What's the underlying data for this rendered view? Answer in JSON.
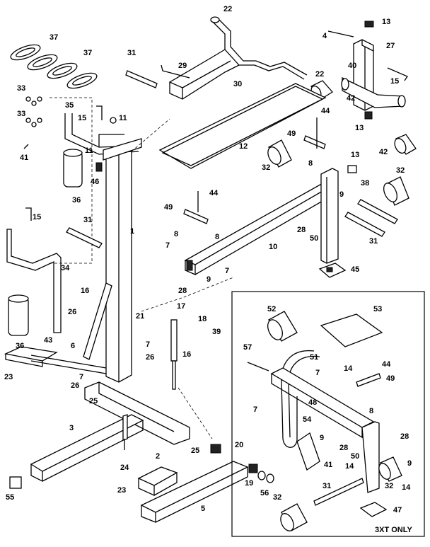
{
  "callouts": [
    {
      "id": "p22a",
      "text": "22"
    },
    {
      "id": "p13a",
      "text": "13"
    },
    {
      "id": "p4",
      "text": "4"
    },
    {
      "id": "p27",
      "text": "27"
    },
    {
      "id": "p37a",
      "text": "37"
    },
    {
      "id": "p37b",
      "text": "37"
    },
    {
      "id": "p31a",
      "text": "31"
    },
    {
      "id": "p29",
      "text": "29"
    },
    {
      "id": "p30",
      "text": "30"
    },
    {
      "id": "p40",
      "text": "40"
    },
    {
      "id": "p15a",
      "text": "15"
    },
    {
      "id": "p33a",
      "text": "33"
    },
    {
      "id": "p35",
      "text": "35"
    },
    {
      "id": "p15b",
      "text": "15"
    },
    {
      "id": "p11a",
      "text": "11"
    },
    {
      "id": "p22b",
      "text": "22"
    },
    {
      "id": "p42a",
      "text": "42"
    },
    {
      "id": "p33b",
      "text": "33"
    },
    {
      "id": "p44a",
      "text": "44"
    },
    {
      "id": "p13b",
      "text": "13"
    },
    {
      "id": "p49a",
      "text": "49"
    },
    {
      "id": "p11b",
      "text": "11"
    },
    {
      "id": "p42b",
      "text": "42"
    },
    {
      "id": "p41a",
      "text": "41"
    },
    {
      "id": "p12",
      "text": "12"
    },
    {
      "id": "p32a",
      "text": "32"
    },
    {
      "id": "p8a",
      "text": "8"
    },
    {
      "id": "p13c",
      "text": "13"
    },
    {
      "id": "p46",
      "text": "46"
    },
    {
      "id": "p32b",
      "text": "32"
    },
    {
      "id": "p36a",
      "text": "36"
    },
    {
      "id": "p44b",
      "text": "44"
    },
    {
      "id": "p38",
      "text": "38"
    },
    {
      "id": "p9a",
      "text": "9"
    },
    {
      "id": "p49b",
      "text": "49"
    },
    {
      "id": "p15c",
      "text": "15"
    },
    {
      "id": "p31b",
      "text": "31"
    },
    {
      "id": "p28a",
      "text": "28"
    },
    {
      "id": "p50a",
      "text": "50"
    },
    {
      "id": "p31c",
      "text": "31"
    },
    {
      "id": "p1",
      "text": "1"
    },
    {
      "id": "p8b",
      "text": "8"
    },
    {
      "id": "p8c",
      "text": "8"
    },
    {
      "id": "p10",
      "text": "10"
    },
    {
      "id": "p7a",
      "text": "7"
    },
    {
      "id": "p34",
      "text": "34"
    },
    {
      "id": "p45",
      "text": "45"
    },
    {
      "id": "p7b",
      "text": "7"
    },
    {
      "id": "p9b",
      "text": "9"
    },
    {
      "id": "p28b",
      "text": "28"
    },
    {
      "id": "p16a",
      "text": "16"
    },
    {
      "id": "p21",
      "text": "21"
    },
    {
      "id": "p17",
      "text": "17"
    },
    {
      "id": "p26a",
      "text": "26"
    },
    {
      "id": "p18",
      "text": "18"
    },
    {
      "id": "p39",
      "text": "39"
    },
    {
      "id": "p43",
      "text": "43"
    },
    {
      "id": "p6",
      "text": "6"
    },
    {
      "id": "p36b",
      "text": "36"
    },
    {
      "id": "p7c",
      "text": "7"
    },
    {
      "id": "p26b",
      "text": "26"
    },
    {
      "id": "p16b",
      "text": "16"
    },
    {
      "id": "p23a",
      "text": "23"
    },
    {
      "id": "p7d",
      "text": "7"
    },
    {
      "id": "p26c",
      "text": "26"
    },
    {
      "id": "p25a",
      "text": "25"
    },
    {
      "id": "p3",
      "text": "3"
    },
    {
      "id": "p25b",
      "text": "25"
    },
    {
      "id": "p2",
      "text": "2"
    },
    {
      "id": "p24",
      "text": "24"
    },
    {
      "id": "p20",
      "text": "20"
    },
    {
      "id": "p23b",
      "text": "23"
    },
    {
      "id": "p19",
      "text": "19"
    },
    {
      "id": "p56",
      "text": "56"
    },
    {
      "id": "p55",
      "text": "55"
    },
    {
      "id": "p5",
      "text": "5"
    },
    {
      "id": "p52",
      "text": "52"
    },
    {
      "id": "p53",
      "text": "53"
    },
    {
      "id": "p57",
      "text": "57"
    },
    {
      "id": "p51",
      "text": "51"
    },
    {
      "id": "p7e",
      "text": "7"
    },
    {
      "id": "p14a",
      "text": "14"
    },
    {
      "id": "p44c",
      "text": "44"
    },
    {
      "id": "p49c",
      "text": "49"
    },
    {
      "id": "p7f",
      "text": "7"
    },
    {
      "id": "p48",
      "text": "48"
    },
    {
      "id": "p8d",
      "text": "8"
    },
    {
      "id": "p54",
      "text": "54"
    },
    {
      "id": "p9c",
      "text": "9"
    },
    {
      "id": "p28c",
      "text": "28"
    },
    {
      "id": "p28d",
      "text": "28"
    },
    {
      "id": "p41b",
      "text": "41"
    },
    {
      "id": "p14b",
      "text": "14"
    },
    {
      "id": "p50b",
      "text": "50"
    },
    {
      "id": "p9d",
      "text": "9"
    },
    {
      "id": "p31d",
      "text": "31"
    },
    {
      "id": "p32c",
      "text": "32"
    },
    {
      "id": "p14c",
      "text": "14"
    },
    {
      "id": "p32d",
      "text": "32"
    },
    {
      "id": "p47",
      "text": "47"
    }
  ],
  "inset": {
    "label": "3XT ONLY"
  }
}
